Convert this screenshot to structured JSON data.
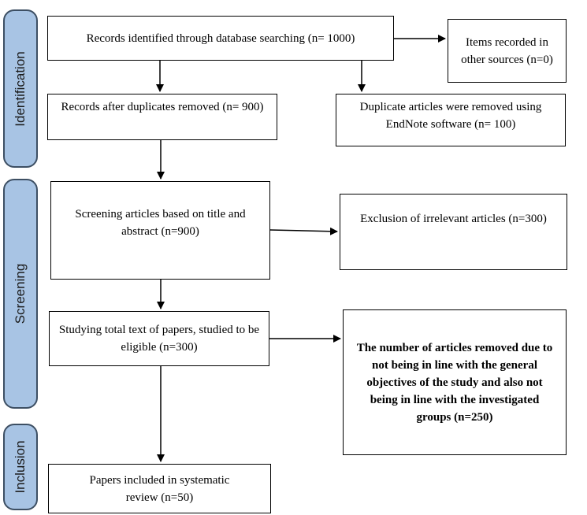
{
  "stages": {
    "identification": "Identification",
    "screening": "Screening",
    "inclusion": "Inclusion"
  },
  "boxes": {
    "records_identified": "Records identified through database searching (n= 1000)",
    "other_sources": "Items recorded in other sources (n=0)",
    "after_duplicates": "Records after duplicates removed (n= 900)",
    "duplicates_removed": "Duplicate articles were removed using EndNote software (n= 100)",
    "screening_title": "Screening articles based on title and abstract (n=900)",
    "exclusion_irrelevant": "Exclusion of irrelevant articles (n=300)",
    "full_text": "Studying total text of papers, studied to be eligible (n=300)",
    "removed_not_in_line": "The number of articles removed due to not being in line with the general objectives of the study and also not being in line with the investigated groups (n=250)",
    "included": "Papers included in systematic review (n=50)"
  }
}
